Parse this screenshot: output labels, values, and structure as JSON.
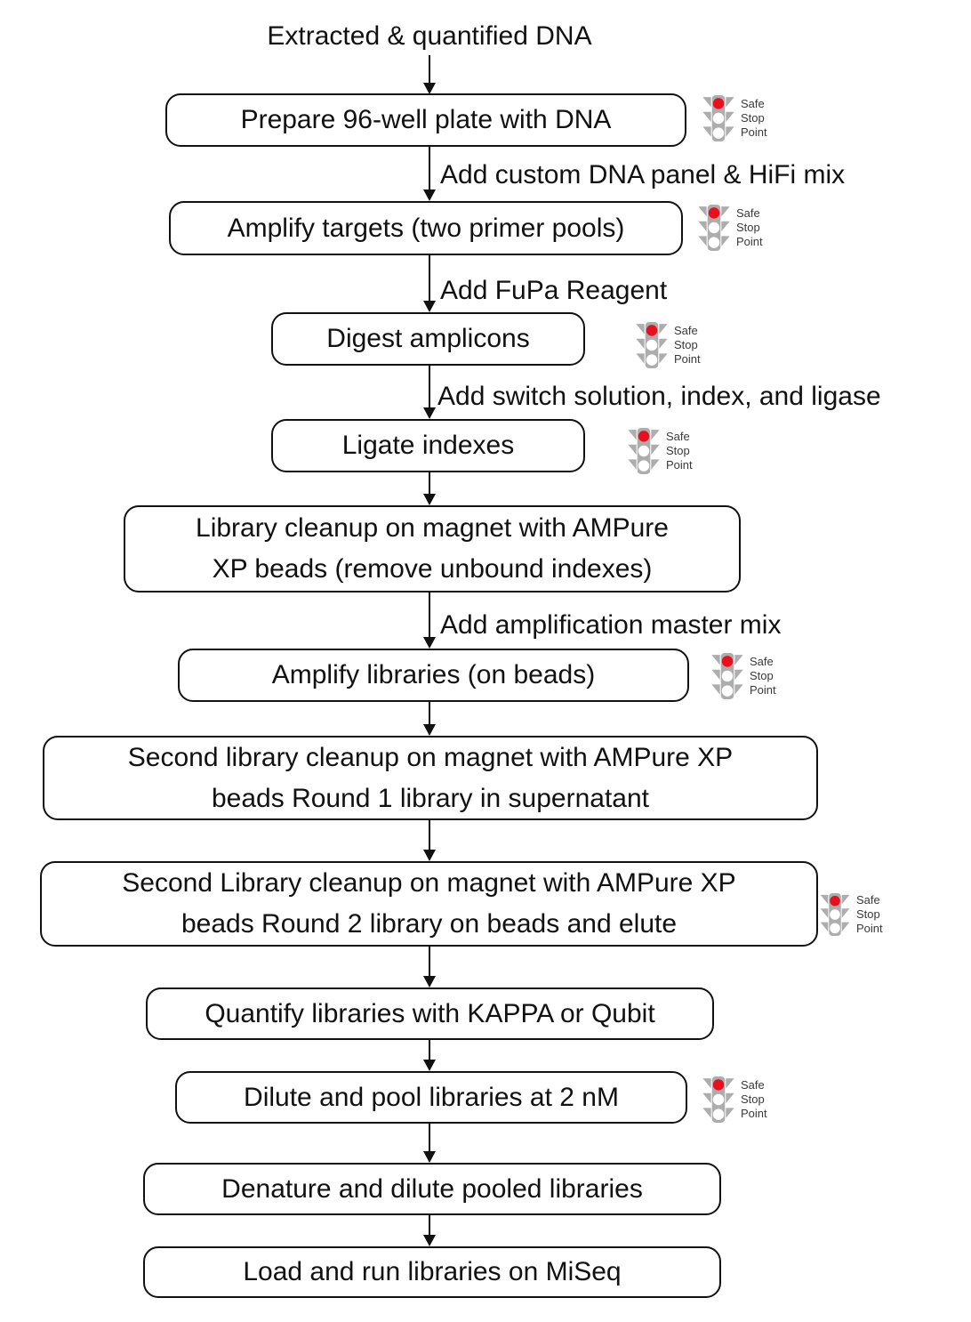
{
  "title": "Extracted & quantified DNA",
  "colors": {
    "signal_red": "#e8101c",
    "signal_gray": "#adadad",
    "box_border": "#111111",
    "text": "#111111"
  },
  "safe_stop_label": {
    "line1": "Safe",
    "line2": "Stop",
    "line3": "Point"
  },
  "steps": [
    {
      "label": "Prepare 96-well plate with DNA",
      "safe_stop_point": true
    },
    {
      "label": "Amplify targets (two primer pools)",
      "safe_stop_point": true
    },
    {
      "label": "Digest amplicons",
      "safe_stop_point": true
    },
    {
      "label": "Ligate indexes",
      "safe_stop_point": true
    },
    {
      "label": "Library cleanup on magnet with AMPure\nXP beads (remove unbound indexes)",
      "safe_stop_point": false
    },
    {
      "label": "Amplify libraries (on beads)",
      "safe_stop_point": true
    },
    {
      "label": "Second library cleanup on magnet with AMPure XP\nbeads Round 1 library in supernatant",
      "safe_stop_point": false
    },
    {
      "label": "Second Library cleanup on magnet with AMPure XP\nbeads Round 2 library on beads and elute",
      "safe_stop_point": true
    },
    {
      "label": "Quantify libraries with KAPPA or Qubit",
      "safe_stop_point": false
    },
    {
      "label": "Dilute and pool libraries at 2 nM",
      "safe_stop_point": true
    },
    {
      "label": "Denature and dilute pooled libraries",
      "safe_stop_point": false
    },
    {
      "label": "Load and run libraries on MiSeq",
      "safe_stop_point": false
    }
  ],
  "edge_labels": [
    {
      "text": "Add custom DNA panel & HiFi mix"
    },
    {
      "text": "Add FuPa Reagent"
    },
    {
      "text": "Add switch solution, index, and ligase"
    },
    {
      "text": "Add amplification master mix"
    }
  ]
}
